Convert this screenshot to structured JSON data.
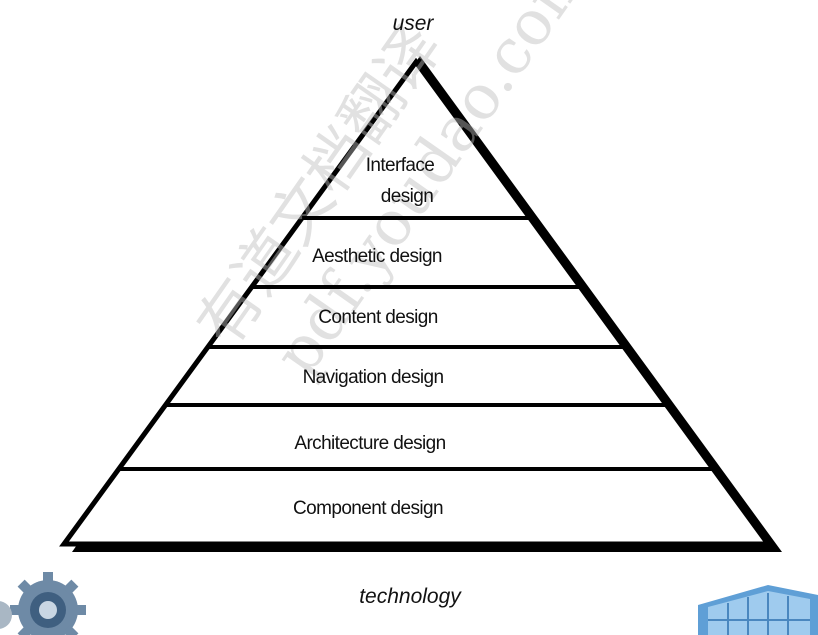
{
  "top_label": "user",
  "bottom_label": "technology",
  "layers": [
    {
      "lines": [
        "Interface",
        "design"
      ]
    },
    {
      "lines": [
        "Aesthetic design"
      ]
    },
    {
      "lines": [
        "Content design"
      ]
    },
    {
      "lines": [
        "Navigation design"
      ]
    },
    {
      "lines": [
        "Architecture design"
      ]
    },
    {
      "lines": [
        "Component design"
      ]
    }
  ],
  "watermark": {
    "line1": "有道文档翻译",
    "line2": "pdf.youdao.com"
  },
  "colors": {
    "stroke": "#000000",
    "shadow": "#000000",
    "fill": "#ffffff"
  },
  "icons": [
    "gear-icon",
    "building-icon"
  ]
}
